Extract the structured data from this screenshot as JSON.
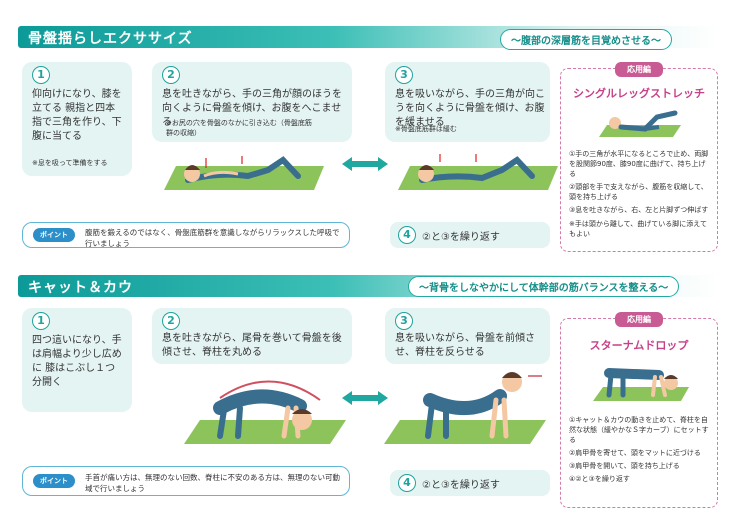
{
  "section1": {
    "title": "骨盤揺らしエクササイズ",
    "subtitle": "〜腹部の深層筋を目覚めさせる〜",
    "steps": [
      {
        "num": "1",
        "text": "仰向けになり、膝を立てる 親指と四本指で三角を作り、下腹に当てる",
        "note": "※息を吸って準備をする"
      },
      {
        "num": "2",
        "text": "息を吐きながら、手の三角が顔のほうを向くように骨盤を傾け、お腹をへこませる",
        "note": "※お尻の穴を骨盤のなかに引き込む（骨盤底筋群の収縮）"
      },
      {
        "num": "3",
        "text": "息を吸いながら、手の三角が向こうを向くように骨盤を傾け、お腹を緩ませる",
        "note": "※骨盤底筋群は緩む"
      }
    ],
    "point_label": "ポイント",
    "point_text": "腹筋を鍛えるのではなく、骨盤底筋群を意識しながらリラックスした呼吸で行いましょう",
    "step4_num": "4",
    "step4_text": "②と③を繰り返す",
    "advanced": {
      "header": "応用編",
      "title": "シングルレッグストレッチ",
      "items": [
        "①手の三角が水平になるところで止め、両脚を股関節90度、膝90度に曲げて、持ち上げる",
        "②頭部を手で支えながら、腹筋を収縮して、頭を持ち上げる",
        "③息を吐きながら、右、左と片脚ずつ伸ばす"
      ],
      "note": "※手は頭から離して、曲げている脚に添えてもよい"
    }
  },
  "section2": {
    "title": "キャット＆カウ",
    "subtitle": "〜背骨をしなやかにして体幹部の筋バランスを整える〜",
    "steps": [
      {
        "num": "1",
        "text": "四つ這いになり、手は肩幅より少し広めに 膝はこぶし１つ分開く"
      },
      {
        "num": "2",
        "text": "息を吐きながら、尾骨を巻いて骨盤を後傾させ、脊柱を丸める"
      },
      {
        "num": "3",
        "text": "息を吸いながら、骨盤を前傾させ、脊柱を反らせる"
      }
    ],
    "point_label": "ポイント",
    "point_text": "手首が痛い方は、無理のない回数、脊柱に不安のある方は、無理のない可動域で行いましょう",
    "step4_num": "4",
    "step4_text": "②と③を繰り返す",
    "advanced": {
      "header": "応用編",
      "title": "スターナムドロップ",
      "items": [
        "①キャット＆カウの動きを止めて、脊柱を自然な状態（緩やかなＳ字カーブ）にセットする",
        "②肩甲骨を寄せて、頭をマットに近づける",
        "③肩甲骨を開いて、頭を持ち上げる",
        "④②と③を繰り返す"
      ]
    }
  },
  "colors": {
    "teal": "#1fa39c",
    "pink": "#c85b93",
    "blue": "#2d8fc9",
    "mat": "#8cc35a"
  }
}
